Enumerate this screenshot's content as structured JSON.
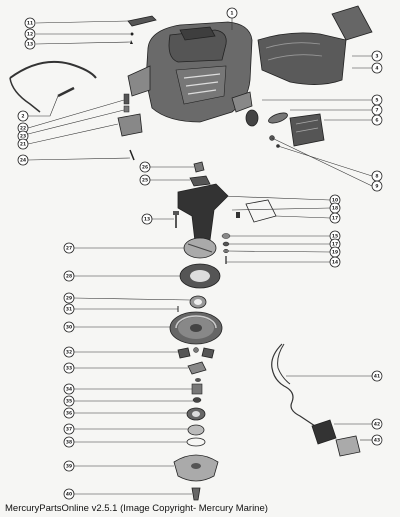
{
  "footer_text": "MercuryPartsOnline v2.5.1 (Image Copyright- Mercury Marine)",
  "colors": {
    "ink": "#222222",
    "paper": "#f6f6f4",
    "shade": "#666666",
    "dark": "#333333"
  },
  "callouts": [
    {
      "id": "c-top-1",
      "label": "11"
    },
    {
      "id": "c-top-2",
      "label": "12"
    },
    {
      "id": "c-top-3",
      "label": "13"
    },
    {
      "id": "c-cowl",
      "label": "1"
    },
    {
      "id": "c-r-3",
      "label": "3"
    },
    {
      "id": "c-r-4",
      "label": "4"
    },
    {
      "id": "c-r-5",
      "label": "5"
    },
    {
      "id": "c-r-7",
      "label": "7"
    },
    {
      "id": "c-r-6",
      "label": "6"
    },
    {
      "id": "c-r-8",
      "label": "8"
    },
    {
      "id": "c-r-9",
      "label": "9"
    },
    {
      "id": "c-l-2",
      "label": "2"
    },
    {
      "id": "c-l-22",
      "label": "22"
    },
    {
      "id": "c-l-23",
      "label": "23"
    },
    {
      "id": "c-l-21",
      "label": "21"
    },
    {
      "id": "c-l-24",
      "label": "24"
    },
    {
      "id": "c-m-26",
      "label": "26"
    },
    {
      "id": "c-m-25",
      "label": "25"
    },
    {
      "id": "c-r-10",
      "label": "10"
    },
    {
      "id": "c-r-18",
      "label": "18"
    },
    {
      "id": "c-r-17",
      "label": "17"
    },
    {
      "id": "c-l-13",
      "label": "13"
    },
    {
      "id": "c-r-15",
      "label": "15"
    },
    {
      "id": "c-r-17b",
      "label": "17"
    },
    {
      "id": "c-r-19",
      "label": "19"
    },
    {
      "id": "c-r-14",
      "label": "14"
    },
    {
      "id": "c-l-27",
      "label": "27"
    },
    {
      "id": "c-l-28",
      "label": "28"
    },
    {
      "id": "c-l-29",
      "label": "29"
    },
    {
      "id": "c-l-31",
      "label": "31"
    },
    {
      "id": "c-l-30",
      "label": "30"
    },
    {
      "id": "c-l-32",
      "label": "32"
    },
    {
      "id": "c-l-33",
      "label": "33"
    },
    {
      "id": "c-l-34",
      "label": "34"
    },
    {
      "id": "c-l-35",
      "label": "35"
    },
    {
      "id": "c-l-36",
      "label": "36"
    },
    {
      "id": "c-l-37",
      "label": "37"
    },
    {
      "id": "c-l-38",
      "label": "38"
    },
    {
      "id": "c-l-39",
      "label": "39"
    },
    {
      "id": "c-l-40",
      "label": "40"
    },
    {
      "id": "c-r-41",
      "label": "41"
    },
    {
      "id": "c-r-42",
      "label": "42"
    },
    {
      "id": "c-r-43",
      "label": "43"
    }
  ]
}
